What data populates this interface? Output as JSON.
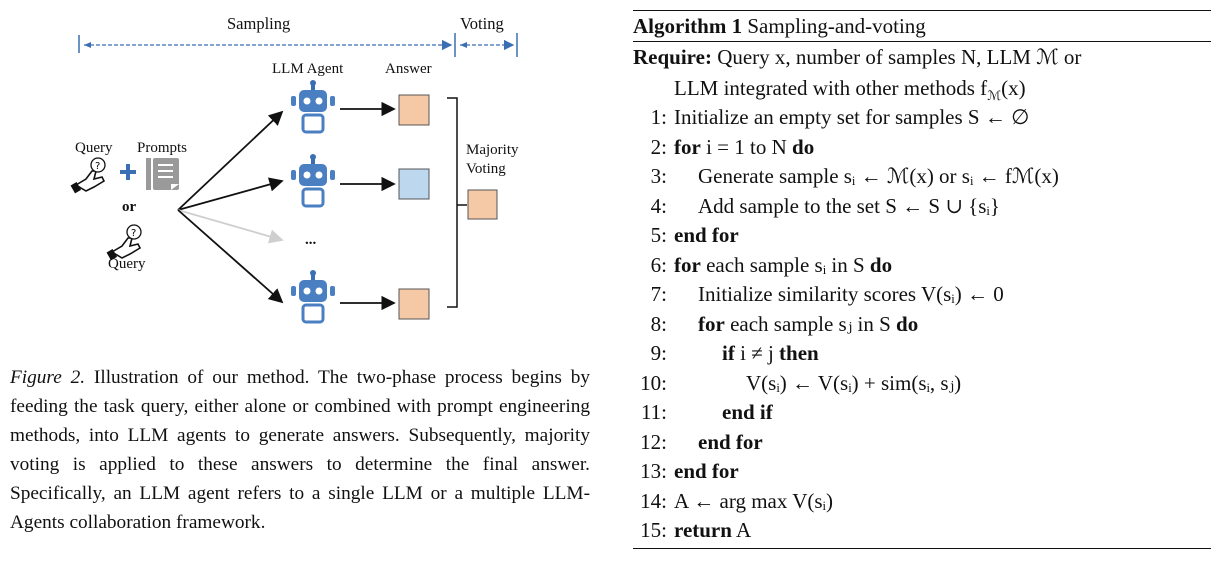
{
  "figure": {
    "phase_sampling": "Sampling",
    "phase_voting": "Voting",
    "col_llm_agent": "LLM Agent",
    "col_answer": "Answer",
    "query_label_top": "Query",
    "prompts_label": "Prompts",
    "or_label": "or",
    "query_label_bottom": "Query",
    "ellipsis": "...",
    "majority_voting_line1": "Majority",
    "majority_voting_line2": "Voting",
    "colors": {
      "agent_blue": "#4a7fc1",
      "answer_orange": "#f6c9a6",
      "answer_blue": "#bcd7ee",
      "arrow_gray": "#cfcfcf"
    }
  },
  "caption": {
    "fig_number": "Figure 2.",
    "text": " Illustration of our method. The two-phase process begins by feeding the task query, either alone or combined with prompt engineering methods, into LLM agents to generate answers. Subsequently, majority voting is applied to these answers to determine the final answer. Specifically, an LLM agent refers to a single LLM or a multiple LLM-Agents collaboration framework."
  },
  "algorithm": {
    "label": "Algorithm 1",
    "title": "Sampling-and-voting",
    "require_kw": "Require:",
    "require_text1": " Query x, number of samples N, LLM ℳ or",
    "require_text2": "LLM integrated with other methods f",
    "require_sub": "ℳ",
    "require_tail": "(x)",
    "lines": [
      {
        "n": "1:",
        "text": "Initialize an empty set for samples S ← ∅"
      },
      {
        "n": "2:",
        "text": "for i = 1 to N do"
      },
      {
        "n": "3:",
        "text": "Generate sample sᵢ ← ℳ(x) or sᵢ ← fℳ(x)"
      },
      {
        "n": "4:",
        "text": "Add sample to the set S ← S ∪ {sᵢ}"
      },
      {
        "n": "5:",
        "text": "end for"
      },
      {
        "n": "6:",
        "text": "for each sample sᵢ in S do"
      },
      {
        "n": "7:",
        "text": "Initialize similarity scores V(sᵢ) ← 0"
      },
      {
        "n": "8:",
        "text": "for each sample sⱼ in S do"
      },
      {
        "n": "9:",
        "text": "if i ≠ j then"
      },
      {
        "n": "10:",
        "text": "V(sᵢ) ← V(sᵢ) + sim(sᵢ, sⱼ)"
      },
      {
        "n": "11:",
        "text": "end if"
      },
      {
        "n": "12:",
        "text": "end for"
      },
      {
        "n": "13:",
        "text": "end for"
      },
      {
        "n": "14:",
        "text": "A ← arg max V(sᵢ)"
      },
      {
        "n": "15:",
        "text": "return A"
      }
    ]
  }
}
